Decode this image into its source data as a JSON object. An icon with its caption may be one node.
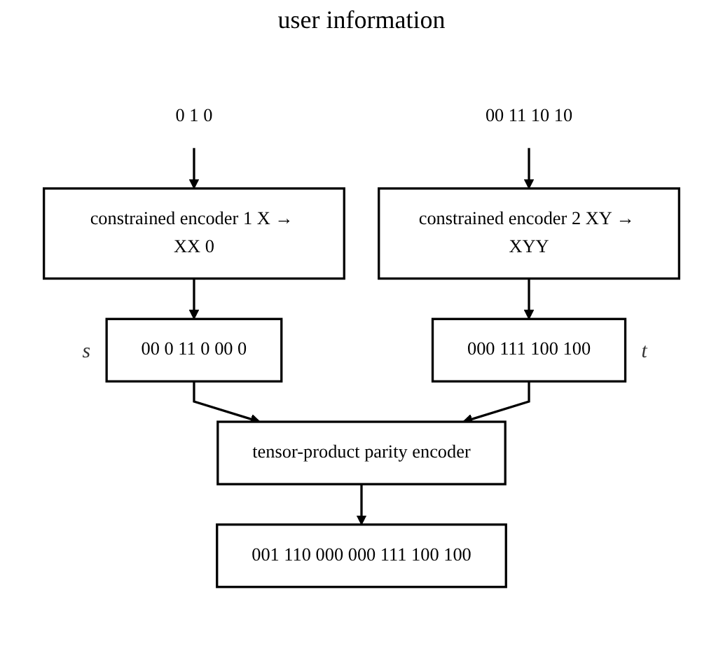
{
  "diagram": {
    "title": "user information",
    "nodes": [
      {
        "text": [
          "0 1 0"
        ]
      },
      {
        "text": [
          "00 11 10 10"
        ]
      },
      {
        "text": [
          "constrained encoder 1 X → XX 0"
        ]
      },
      {
        "text": [
          "constrained encoder 2 XY → XYY"
        ]
      },
      {
        "text": [
          "00 0 11 0 00 0"
        ],
        "beside": [
          "s"
        ]
      },
      {
        "text": [
          "000 111 100 100"
        ],
        "beside": [
          "t"
        ]
      },
      {
        "text": [
          "tensor-product parity encoder"
        ]
      },
      {
        "text": [
          "001 110 000 000 111 100 100"
        ]
      }
    ],
    "edges": [
      {
        "from": 0,
        "to": 2,
        "arrow": "to"
      },
      {
        "from": 1,
        "to": 3,
        "arrow": "to"
      },
      {
        "from": 2,
        "to": 4,
        "arrow": "to"
      },
      {
        "from": 3,
        "to": 5,
        "arrow": "to"
      },
      {
        "from": 4,
        "to": 6,
        "arrow": "to"
      },
      {
        "from": 5,
        "to": 6,
        "arrow": "to"
      },
      {
        "from": 6,
        "to": 7,
        "arrow": "to"
      }
    ]
  }
}
